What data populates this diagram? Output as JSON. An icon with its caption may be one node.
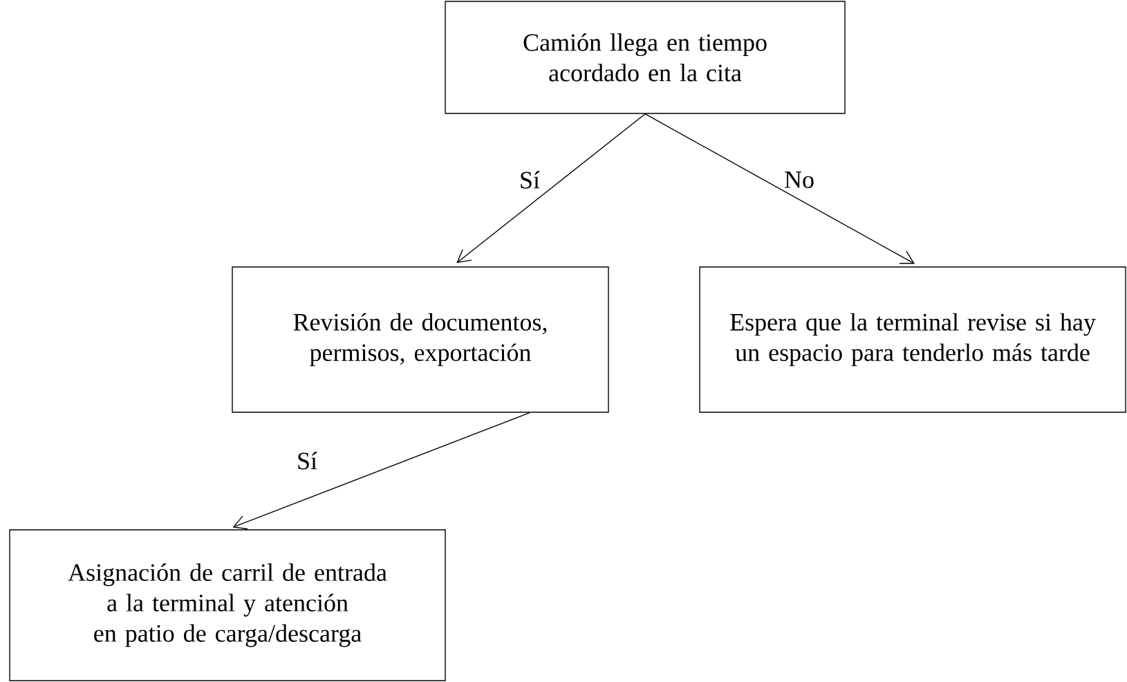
{
  "diagram": {
    "nodes": [
      {
        "text": [
          "Camión llega en tiempo acordado en la cita"
        ]
      },
      {
        "text": [
          "Revisión de documentos, permisos, exportación"
        ]
      },
      {
        "text": [
          "Espera que la terminal revise si hay un espacio para tenderlo más tarde"
        ]
      },
      {
        "text": [
          "Asignación de carril de entrada a la terminal y atención en patio de carga/descarga"
        ]
      }
    ],
    "edges": [
      {
        "from": 0,
        "to": 1,
        "arrow": "to",
        "label": "Sí"
      },
      {
        "from": 0,
        "to": 2,
        "arrow": "to",
        "label": "No"
      },
      {
        "from": 1,
        "to": 3,
        "arrow": "to",
        "label": "Sí"
      }
    ]
  }
}
